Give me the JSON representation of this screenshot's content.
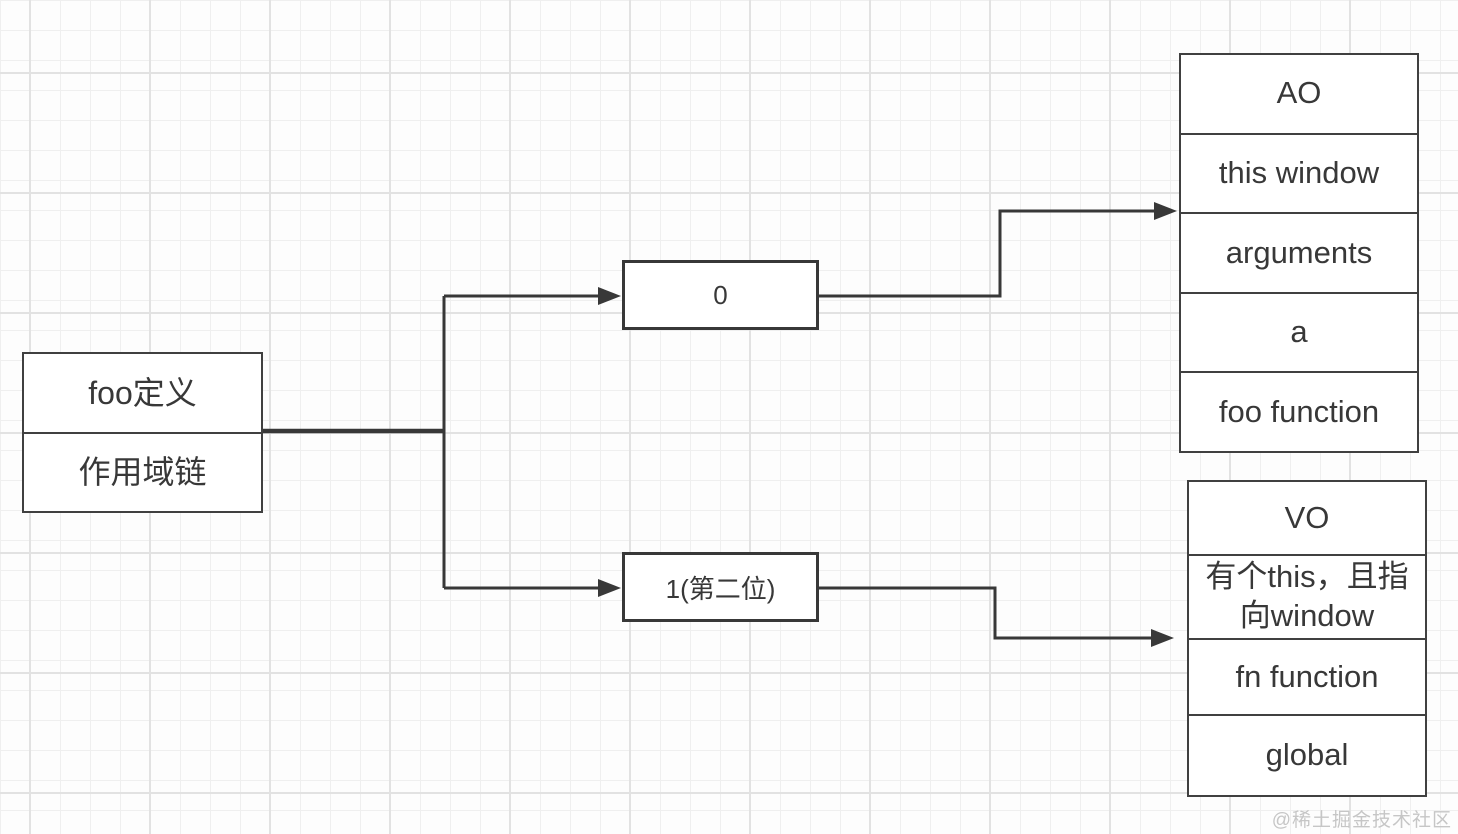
{
  "diagram": {
    "source_box": {
      "row1": "foo定义",
      "row2": "作用域链"
    },
    "index_nodes": [
      {
        "label": "0"
      },
      {
        "label": "1(第二位)"
      }
    ],
    "ao_box": {
      "title": "AO",
      "rows": [
        "this window",
        "arguments",
        "a",
        "foo function"
      ]
    },
    "vo_box": {
      "title": "VO",
      "rows": [
        "有个this，且指向window",
        "fn function",
        "global"
      ]
    }
  },
  "watermark": "@稀土掘金技术社区",
  "colors": {
    "background": "#fdfdfd",
    "grid_minor": "#efefef",
    "grid_major": "#e2e2e2",
    "box_border": "#404040",
    "connector_line": "#383838",
    "text": "#383838",
    "watermark_text": "#c6c6c6"
  }
}
